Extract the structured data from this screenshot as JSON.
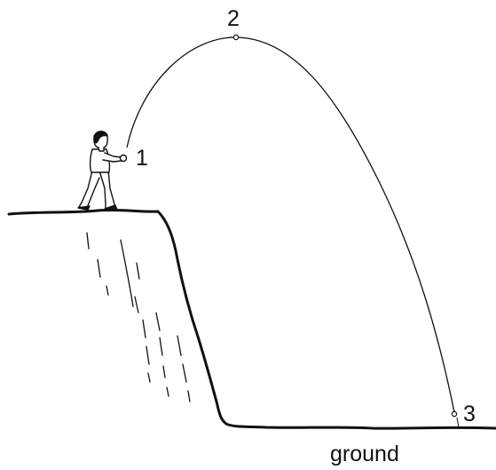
{
  "labels": {
    "point_1": "1",
    "point_2": "2",
    "point_3": "3",
    "ground": "ground"
  },
  "colors": {
    "ink": "#111111",
    "background": "#ffffff"
  }
}
